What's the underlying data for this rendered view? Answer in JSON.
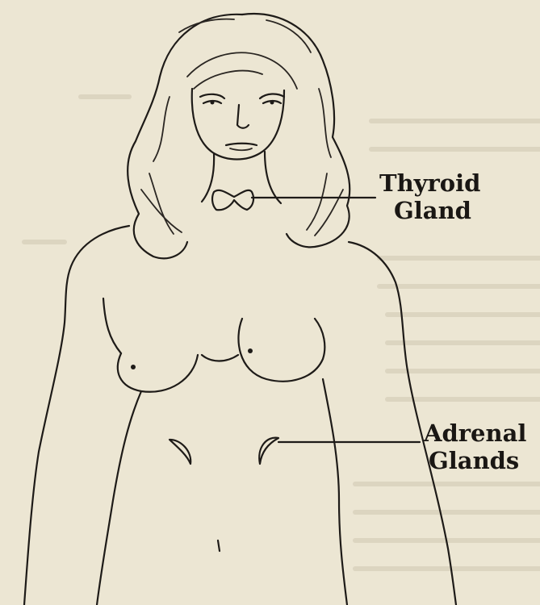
{
  "labels": {
    "thyroid": {
      "line1": "Thyroid",
      "line2": "Gland"
    },
    "adrenal": {
      "line1": "Adrenal",
      "line2": "Glands"
    }
  },
  "colors": {
    "paper": "#ece6d3",
    "ink": "#1e1b18"
  }
}
